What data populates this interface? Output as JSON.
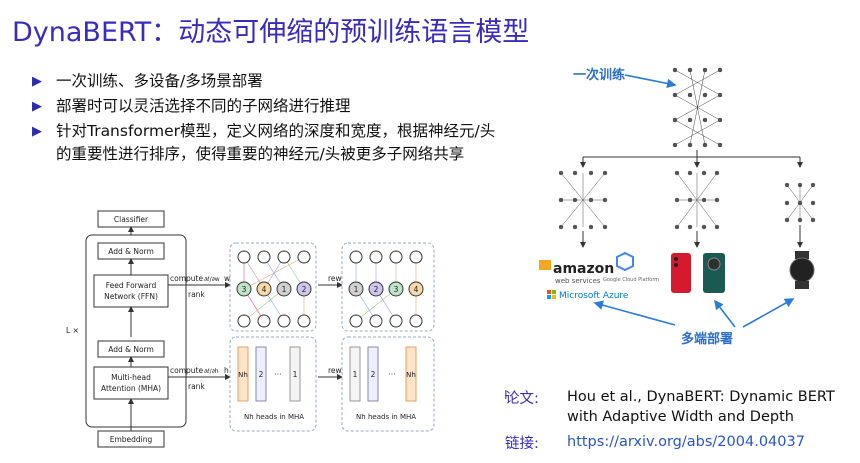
{
  "title": "DynaBERT：动态可伸缩的预训练语言模型",
  "bullets": [
    "一次训练、多设备/多场景部署",
    "部署时可以灵活选择不同的子网络进行推理",
    "针对Transformer模型，定义网络的深度和宽度，根据神经元/头的重要性进行排序，使得重要的神经元/头被更多子网络共享"
  ],
  "left_figure": {
    "classifier": "Classifier",
    "add_norm_top": "Add & Norm",
    "ffn_line1": "Feed Forward",
    "ffn_line2": "Network (FFN)",
    "add_norm_bottom": "Add & Norm",
    "mha_line1": "Multi-head",
    "mha_line2": "Attention (MHA)",
    "embedding": "Embedding",
    "repeat": "L ×",
    "compute_w": "compute",
    "frac_w": "∂ℓ/∂w",
    "w": "w",
    "compute_h": "compute",
    "frac_h": "∂ℓ/∂h",
    "h": "h",
    "rank1": "rank",
    "rank2": "rank",
    "rewire1": "rewire",
    "rewire2": "rewire",
    "neurons_before": [
      "3",
      "4",
      "1",
      "2"
    ],
    "neurons_after": [
      "1",
      "2",
      "3",
      "4"
    ],
    "heads_before": [
      "Nh",
      "2",
      "···",
      "1"
    ],
    "heads_after": [
      "1",
      "2",
      "···",
      "Nh"
    ],
    "heads_caption": "heads in MHA",
    "heads_caption_symbol": "Nh"
  },
  "right_figure": {
    "train_once": "一次训练",
    "deploy_multi": "多端部署",
    "amazon": "amazon",
    "aws": "web services",
    "google": "Google Cloud Platform",
    "azure": "Microsoft Azure"
  },
  "reference": {
    "paper_label": "论文:",
    "paper_text": "Hou et al., DynaBERT: Dynamic BERT with Adaptive Width and Depth",
    "link_label": "链接:",
    "link_text": "https://arxiv.org/abs/2004.04037"
  }
}
